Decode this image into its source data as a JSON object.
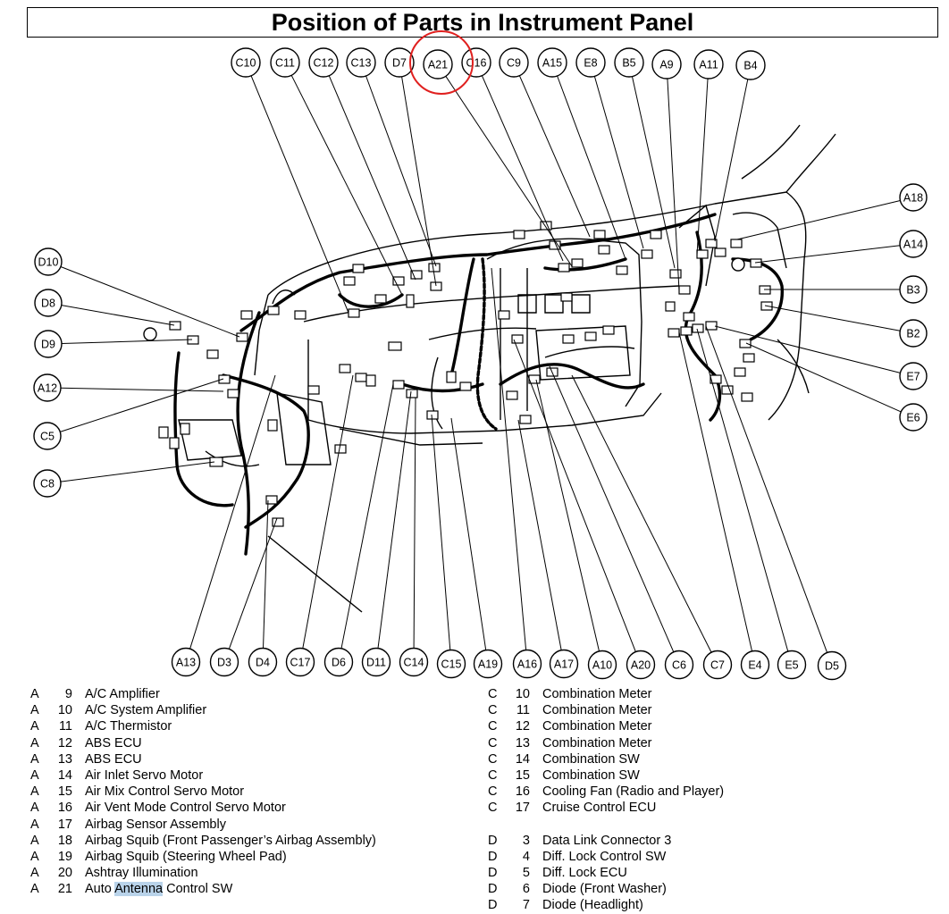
{
  "title": "Position of Parts in Instrument Panel",
  "highlight_color": "#b9d3ea",
  "circle_color": "#e0201f",
  "top_labels": [
    "C10",
    "C11",
    "C12",
    "C13",
    "D7",
    "A21",
    "C16",
    "C9",
    "A15",
    "E8",
    "B5",
    "A9",
    "A11",
    "B4"
  ],
  "bottom_labels": [
    "A13",
    "D3",
    "D4",
    "C17",
    "D6",
    "D11",
    "C14",
    "C15",
    "A19",
    "A16",
    "A17",
    "A10",
    "A20",
    "C6",
    "C7",
    "E4",
    "E5",
    "D5"
  ],
  "left_labels": [
    "D10",
    "D8",
    "D9",
    "A12",
    "C5",
    "C8"
  ],
  "right_labels": [
    "A18",
    "A14",
    "B3",
    "B2",
    "E7",
    "E6"
  ],
  "circled_label": "A21",
  "legend_left": [
    {
      "letter": "A",
      "num": "9",
      "name": "A/C Amplifier"
    },
    {
      "letter": "A",
      "num": "10",
      "name": "A/C System Amplifier"
    },
    {
      "letter": "A",
      "num": "11",
      "name": "A/C Thermistor"
    },
    {
      "letter": "A",
      "num": "12",
      "name": "ABS ECU"
    },
    {
      "letter": "A",
      "num": "13",
      "name": "ABS ECU"
    },
    {
      "letter": "A",
      "num": "14",
      "name": "Air Inlet Servo Motor"
    },
    {
      "letter": "A",
      "num": "15",
      "name": "Air Mix Control Servo Motor"
    },
    {
      "letter": "A",
      "num": "16",
      "name": "Air Vent Mode Control Servo Motor"
    },
    {
      "letter": "A",
      "num": "17",
      "name": "Airbag Sensor Assembly"
    },
    {
      "letter": "A",
      "num": "18",
      "name": "Airbag Squib (Front Passenger’s Airbag Assembly)"
    },
    {
      "letter": "A",
      "num": "19",
      "name": "Airbag Squib (Steering Wheel Pad)"
    },
    {
      "letter": "A",
      "num": "20",
      "name": "Ashtray Illumination"
    },
    {
      "letter": "A",
      "num": "21",
      "name_pre": "Auto ",
      "name_hl": "Antenna",
      "name_post": " Control SW"
    }
  ],
  "legend_right_c": [
    {
      "letter": "C",
      "num": "10",
      "name": "Combination Meter"
    },
    {
      "letter": "C",
      "num": "11",
      "name": "Combination Meter"
    },
    {
      "letter": "C",
      "num": "12",
      "name": "Combination Meter"
    },
    {
      "letter": "C",
      "num": "13",
      "name": "Combination Meter"
    },
    {
      "letter": "C",
      "num": "14",
      "name": "Combination SW"
    },
    {
      "letter": "C",
      "num": "15",
      "name": "Combination SW"
    },
    {
      "letter": "C",
      "num": "16",
      "name": "Cooling Fan (Radio and Player)"
    },
    {
      "letter": "C",
      "num": "17",
      "name": "Cruise Control ECU"
    }
  ],
  "legend_right_d": [
    {
      "letter": "D",
      "num": "3",
      "name": "Data Link Connector 3"
    },
    {
      "letter": "D",
      "num": "4",
      "name": "Diff. Lock Control SW"
    },
    {
      "letter": "D",
      "num": "5",
      "name": "Diff. Lock ECU"
    },
    {
      "letter": "D",
      "num": "6",
      "name": "Diode (Front Washer)"
    },
    {
      "letter": "D",
      "num": "7",
      "name": "Diode (Headlight)"
    }
  ]
}
